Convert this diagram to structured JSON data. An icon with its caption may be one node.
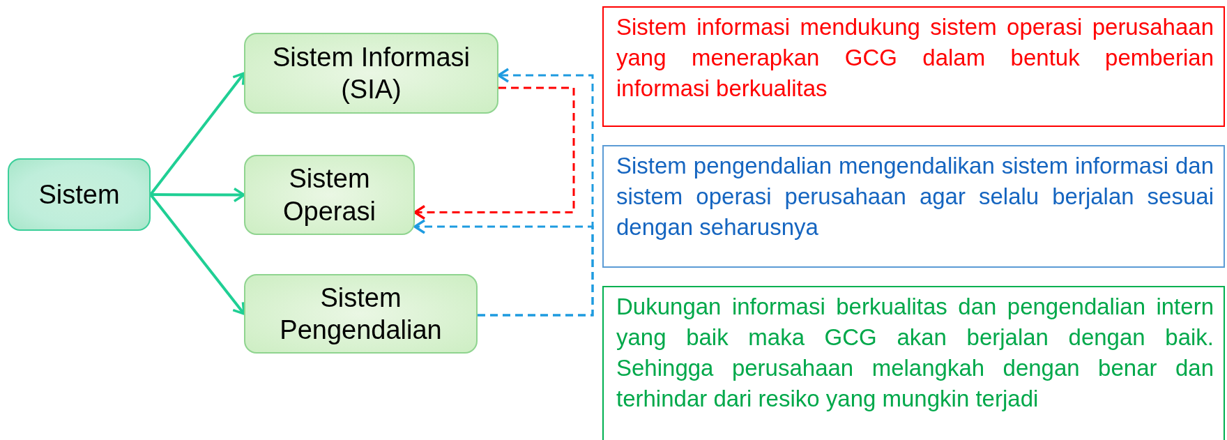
{
  "diagram": {
    "nodes": [
      {
        "text": [
          "Sistem"
        ]
      },
      {
        "text": [
          "Sistem Informasi (SIA)"
        ]
      },
      {
        "text": [
          "Sistem Operasi"
        ]
      },
      {
        "text": [
          "Sistem Pengendalian"
        ]
      },
      {
        "text": [
          "Sistem informasi mendukung sistem operasi perusahaan yang menerapkan GCG dalam bentuk pemberian informasi berkualitas"
        ]
      },
      {
        "text": [
          "Sistem pengendalian mengendalikan sistem informasi dan sistem operasi perusahaan agar selalu berjalan sesuai dengan seharusnya"
        ]
      },
      {
        "text": [
          "Dukungan informasi berkualitas dan pengendalian intern yang baik maka GCG akan berjalan dengan baik. Sehingga perusahaan melangkah dengan benar dan terhindar dari resiko yang mungkin terjadi"
        ]
      }
    ],
    "edges": [
      {
        "from": 0,
        "to": 1,
        "arrow": "to"
      },
      {
        "from": 0,
        "to": 2,
        "arrow": "to"
      },
      {
        "from": 0,
        "to": 3,
        "arrow": "to"
      },
      {
        "from": 1,
        "to": 2,
        "arrow": "to",
        "style": "dashed",
        "color": "#ff0000"
      },
      {
        "from": 3,
        "to": 1,
        "arrow": "to",
        "style": "dashed",
        "color": "#1e9be0"
      },
      {
        "from": 3,
        "to": 2,
        "arrow": "to",
        "style": "dashed",
        "color": "#1e9be0"
      }
    ]
  }
}
